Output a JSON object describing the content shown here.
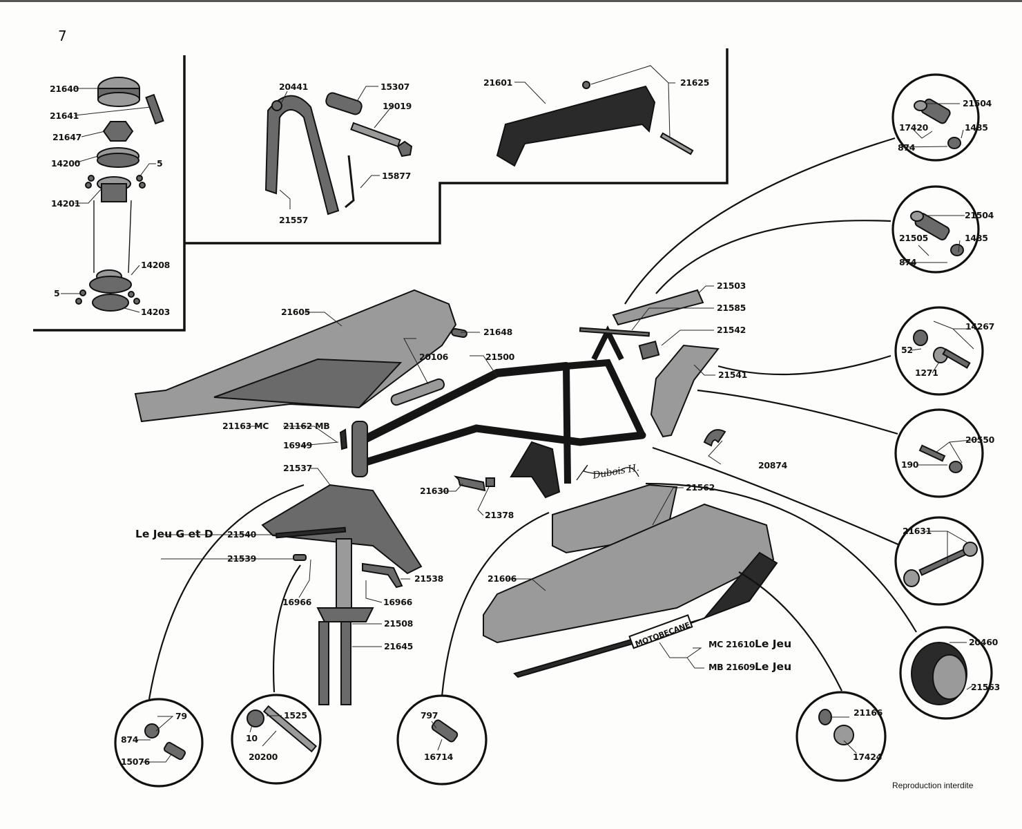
{
  "page": {
    "number": "7",
    "footer": "Reproduction interdite",
    "signature": "Dubois H."
  },
  "notes": {
    "le_jeu_g_et_d": "Le Jeu G et D",
    "le_jeu_1": "Le Jeu",
    "le_jeu_2": "Le Jeu",
    "brand_plate": "MOTOBECANE"
  },
  "variants": {
    "mc": "MC",
    "mb": "MB"
  },
  "headset_box": {
    "labels": [
      "21640",
      "21641",
      "21647",
      "14200",
      "5",
      "14201",
      "14208",
      "5",
      "14203"
    ]
  },
  "stand_box": {
    "labels": [
      "20441",
      "15307",
      "19019",
      "15877",
      "21557"
    ]
  },
  "carrier_box": {
    "labels": [
      "21601",
      "21625"
    ]
  },
  "main": {
    "labels": {
      "p21605": "21605",
      "p21648": "21648",
      "p20106": "20106",
      "p21500": "21500",
      "p21163": "21163",
      "p21162": "21162",
      "p16949": "16949",
      "p21503": "21503",
      "p21585": "21585",
      "p21542": "21542",
      "p21541": "21541",
      "p20874": "20874",
      "p21537": "21537",
      "p21540": "21540",
      "p21539": "21539",
      "p16966a": "16966",
      "p21538": "21538",
      "p16966b": "16966",
      "p21508": "21508",
      "p21645": "21645",
      "p21630": "21630",
      "p21378": "21378",
      "p21562": "21562",
      "p21606": "21606",
      "p21610": "21610",
      "p21609": "21609"
    }
  },
  "detail_circles": [
    {
      "id": "c1",
      "labels": [
        "21504",
        "17420",
        "1485",
        "874"
      ]
    },
    {
      "id": "c2",
      "labels": [
        "21504",
        "21505",
        "1485",
        "874"
      ]
    },
    {
      "id": "c3",
      "labels": [
        "14267",
        "52",
        "1271"
      ]
    },
    {
      "id": "c4",
      "labels": [
        "20550",
        "190"
      ]
    },
    {
      "id": "c5",
      "labels": [
        "21631"
      ]
    },
    {
      "id": "c6",
      "labels": [
        "20460",
        "21563"
      ]
    },
    {
      "id": "c7",
      "labels": [
        "79",
        "874",
        "15076"
      ]
    },
    {
      "id": "c8",
      "labels": [
        "1525",
        "10",
        "20200"
      ]
    },
    {
      "id": "c9",
      "labels": [
        "797",
        "16714"
      ]
    },
    {
      "id": "c10",
      "labels": [
        "21166",
        "17424"
      ]
    }
  ]
}
